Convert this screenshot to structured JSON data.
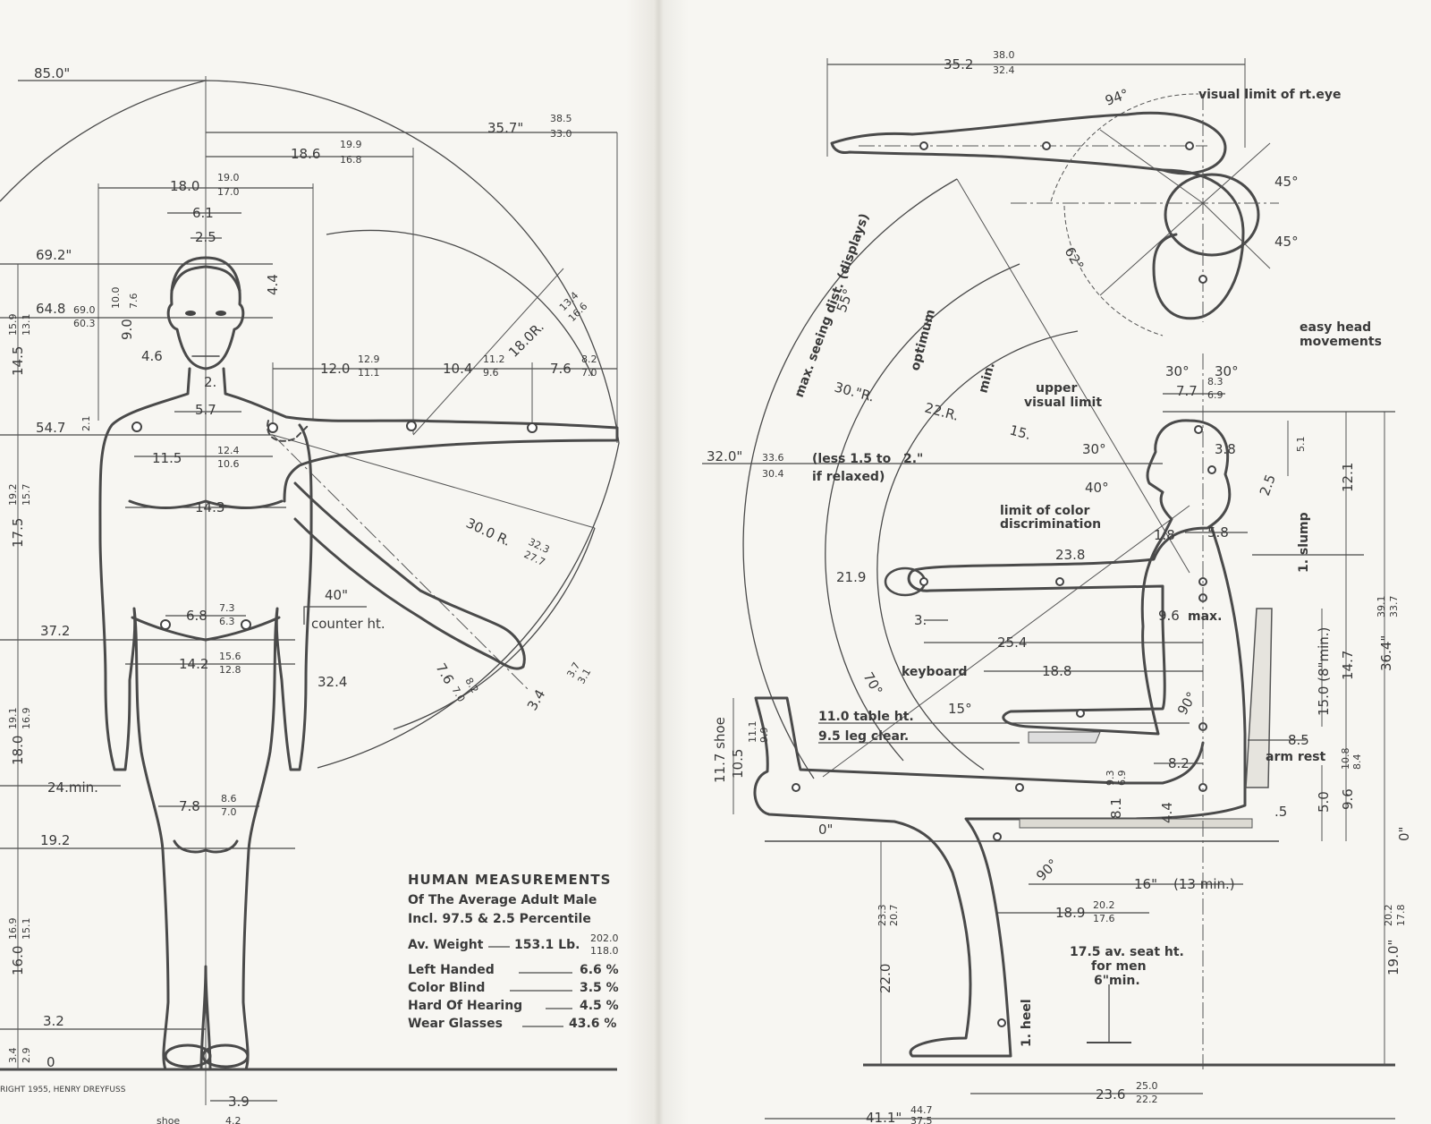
{
  "credit": "RIGHT 1955, HENRY DREYFUSS",
  "legend": {
    "title": "HUMAN MEASUREMENTS",
    "subtitle": "Of The Average Adult Male",
    "percentile": "Incl. 97.5 & 2.5 Percentile",
    "weight_label": "Av. Weight",
    "weight_value": "153.1 Lb.",
    "weight_high": "202.0",
    "weight_low": "118.0",
    "stats": [
      {
        "label": "Left Handed",
        "value": "6.6 %"
      },
      {
        "label": "Color Blind",
        "value": "3.5 %"
      },
      {
        "label": "Hard Of Hearing",
        "value": "4.5 %"
      },
      {
        "label": "Wear Glasses",
        "value": "43.6 %"
      }
    ]
  },
  "left": {
    "reach_85": "85.0\"",
    "d357": "35.7\"",
    "d357a": "38.5",
    "d357b": "33.0",
    "d186": "18.6",
    "d186a": "19.9",
    "d186b": "16.8",
    "d180": "18.0",
    "d180a": "19.0",
    "d180b": "17.0",
    "d61": "6.1",
    "d25": "2.5",
    "d44": "4.4",
    "h692": "69.2\"",
    "h648": "64.8",
    "h648a": "69.0",
    "h648b": "60.3",
    "v100": "10.0",
    "v76": "7.6",
    "v90": "9.0",
    "d46": "4.6",
    "d2": "2.",
    "r180": "18.0R.",
    "r180a": "13.4",
    "r180b": "16.6",
    "d120": "12.0",
    "d120a": "12.9",
    "d120b": "11.1",
    "d104": "10.4",
    "d104a": "11.2",
    "d104b": "9.6",
    "d76": "7.6",
    "d76a": "8.2",
    "d76b": "7.0",
    "d57": "5.7",
    "h547": "54.7",
    "v21": "2.1",
    "v145": "14.5",
    "v145a": "15.9",
    "v145b": "13.1",
    "d115": "11.5",
    "d115a": "12.4",
    "d115b": "10.6",
    "d143": "14.3",
    "r300": "30.0 R.",
    "r300a": "32.3",
    "r300b": "27.7",
    "v175": "17.5",
    "v175a": "19.2",
    "v175b": "15.7",
    "counter": "40\"",
    "counter_lbl": "counter ht.",
    "d68": "6.8",
    "d68a": "7.3",
    "d68b": "6.3",
    "h372": "37.2",
    "d142": "14.2",
    "d142a": "15.6",
    "d142b": "12.8",
    "d324": "32.4",
    "hand76": "7.6",
    "hand76a": "8.2",
    "hand76b": "7.0",
    "hand34": "3.4",
    "hand34a": "3.7",
    "hand34b": "3.1",
    "v180": "18.0",
    "v180a": "19.1",
    "v180b": "16.9",
    "min24": "24.min.",
    "d78": "7.8",
    "d78a": "8.6",
    "d78b": "7.0",
    "h192": "19.2",
    "v160": "16.0",
    "v160a": "16.9",
    "v160b": "15.1",
    "h32": "3.2",
    "v34": "3.4",
    "v29": "2.9",
    "zero": "0",
    "d39": "3.9",
    "shoe": "shoe",
    "d42": "4.2"
  },
  "right": {
    "d352": "35.2",
    "d352a": "38.0",
    "d352b": "32.4",
    "a94": "94°",
    "visual_rt": "visual limit of rt.eye",
    "a45a": "45°",
    "a45b": "45°",
    "a62": "62°",
    "easy": "easy head",
    "easy2": "movements",
    "max_seeing": "max. seeing dist. (displays)",
    "a55": "55°",
    "optimum": "optimum",
    "min": "min.",
    "r30": "30.\"R.",
    "r22": "22.R.",
    "r15": "15.",
    "upper": "upper",
    "upper2": "visual limit",
    "a30t": "30°",
    "a30u": "30°",
    "d77": "7.7",
    "d77a": "8.3",
    "d77b": "6.9",
    "h320": "32.0\"",
    "h320a": "33.6",
    "h320b": "30.4",
    "less": "(less 1.5 to",
    "less2": "2.\"",
    "relaxed": "if relaxed)",
    "a30e": "30°",
    "a40e": "40°",
    "d38": "3.8",
    "v51": "5.1",
    "v25": "2.5",
    "v121": "12.1",
    "color1": "limit of color",
    "color2": "discrimination",
    "d18": "1.8",
    "d58": "5.8",
    "slump": "1. slump",
    "d238": "23.8",
    "d219": "21.9",
    "d96": "9.6",
    "max": "max.",
    "d3": "3.",
    "d254": "25.4",
    "a70": "70°",
    "keyboard": "keyboard",
    "d188": "18.8",
    "a15": "15°",
    "table": "11.0 table ht.",
    "legclear": "9.5 leg clear.",
    "a90": "90°",
    "d85": "8.5",
    "armrest": "arm rest",
    "shoe117": "11.7 shoe",
    "v105": "10.5",
    "v111": "11.1",
    "v99": "9.9",
    "d82": "8.2",
    "v93": "9.3",
    "v69": "6.9",
    "v81": "8.1",
    "v44": "4.4",
    "zero": "0\"",
    "zero2": "0\"",
    "v150": "15.0 (8\"min.)",
    "v147": "14.7",
    "v364": "36.4\"",
    "v364a": "39.1",
    "v364b": "33.7",
    "v50": "5.0",
    "v96": "9.6",
    "v96a": "10.8",
    "v96b": "8.4",
    "d5": ".5",
    "a90k": "90°",
    "seat16": "16\"",
    "seat16b": "(13 min.)",
    "d189": "18.9",
    "d189a": "20.2",
    "d189b": "17.6",
    "v220": "22.0",
    "v220a": "23.3",
    "v220b": "20.7",
    "seat1": "17.5 av. seat ht.",
    "seat2": "for men",
    "seat3": "6\"min.",
    "heel": "1. heel",
    "v190": "19.0\"",
    "v190a": "20.2",
    "v190b": "17.8",
    "d236": "23.6",
    "d236a": "25.0",
    "d236b": "22.2",
    "d411": "41.1\"",
    "d411a": "44.7",
    "d411b": "37.5"
  }
}
